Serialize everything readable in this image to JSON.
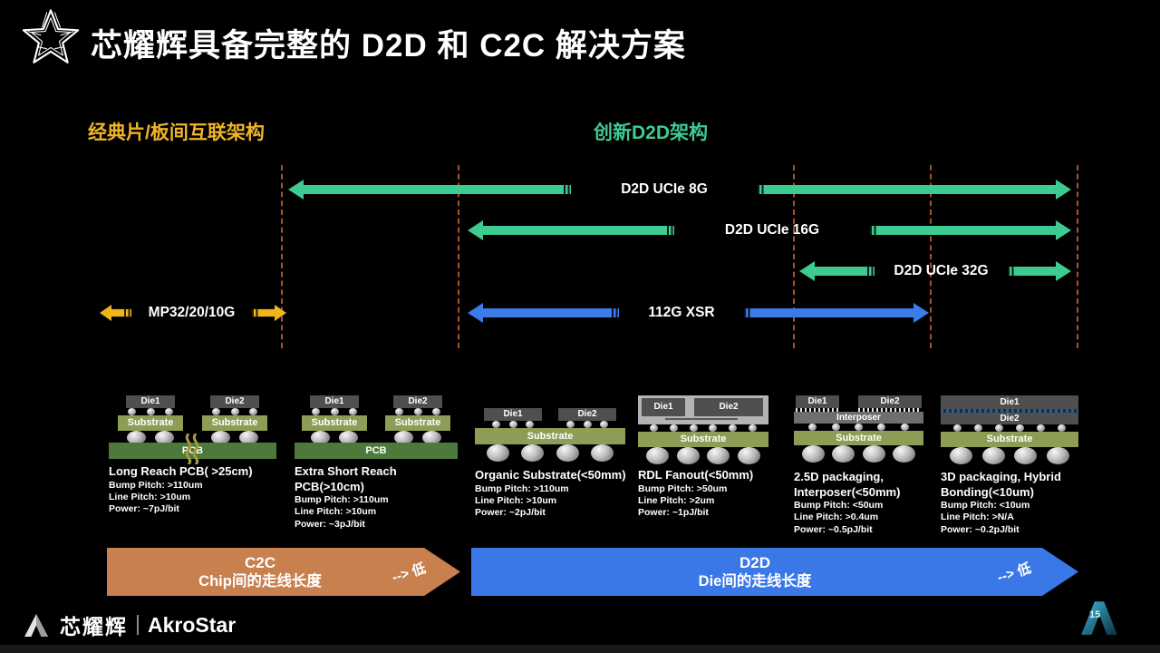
{
  "slide": {
    "title": "芯耀辉具备完整的 D2D 和 C2C 解决方案",
    "page_number": "15",
    "footer": {
      "brand_cn": "芯耀辉",
      "brand_en": "AkroStar"
    }
  },
  "headings": {
    "classic": "经典片/板间互联架构",
    "innovative": "创新D2D架构"
  },
  "timeline": {
    "arrows": [
      {
        "id": "d2d-ucie-8g",
        "label": "D2D UCIe 8G",
        "color": "#3ecb92"
      },
      {
        "id": "d2d-ucie-16g",
        "label": "D2D UCIe 16G",
        "color": "#3ecb92"
      },
      {
        "id": "d2d-ucie-32g",
        "label": "D2D UCIe 32G",
        "color": "#3ecb92"
      },
      {
        "id": "mp",
        "label": "MP32/20/10G",
        "color": "#efb519"
      },
      {
        "id": "112g-xsr",
        "label": "112G XSR",
        "color": "#3a7ceb"
      }
    ]
  },
  "packages": [
    {
      "title": "Long Reach PCB( >25cm)",
      "bump": "Bump Pitch: >110um",
      "line": "Line Pitch: >10um",
      "power": "Power: ~7pJ/bit",
      "die1": "Die1",
      "die2": "Die2",
      "substrate": "Substrate",
      "pcb": "PCB"
    },
    {
      "title": "Extra Short Reach PCB(>10cm)",
      "bump": "Bump Pitch: >110um",
      "line": "Line Pitch: >10um",
      "power": "Power: ~3pJ/bit",
      "die1": "Die1",
      "die2": "Die2",
      "substrate": "Substrate",
      "pcb": "PCB"
    },
    {
      "title": "Organic Substrate(<50mm)",
      "bump": "Bump Pitch: >110um",
      "line": "Line Pitch: >10um",
      "power": "Power: ~2pJ/bit",
      "die1": "Die1",
      "die2": "Die2",
      "substrate": "Substrate"
    },
    {
      "title": "RDL Fanout(<50mm)",
      "bump": "Bump Pitch: >50um",
      "line": "Line Pitch: >2um",
      "power": "Power: ~1pJ/bit",
      "die1": "Die1",
      "die2": "Die2",
      "substrate": "Substrate"
    },
    {
      "title": "2.5D packaging, Interposer(<50mm)",
      "bump": "Bump Pitch: <50um",
      "line": "Line Pitch: >0.4um",
      "power": "Power: ~0.5pJ/bit",
      "die1": "Die1",
      "die2": "Die2",
      "interposer": "Interposer",
      "substrate": "Substrate"
    },
    {
      "title": "3D packaging,  Hybrid Bonding(<10um)",
      "bump": "Bump Pitch: <10um",
      "line": "Line Pitch: >N/A",
      "power": "Power: ~0.2pJ/bit",
      "die1": "Die1",
      "die2": "Die2",
      "substrate": "Substrate"
    }
  ],
  "bottom_bars": [
    {
      "line1": "C2C",
      "line2": "Chip间的走线长度",
      "tag": "--> 低",
      "color": "#c8804f"
    },
    {
      "line1": "D2D",
      "line2": "Die间的走线长度",
      "tag": "--> 低",
      "color": "#3a78e8"
    }
  ],
  "colors": {
    "background": "#000000",
    "accent_green": "#3ecb92",
    "accent_gold": "#f0b429",
    "accent_blue": "#3a78e8",
    "divider_dash": "#a8522c",
    "substrate": "#8e9d55",
    "pcb": "#4d7a3b",
    "die": "#4f4f4f",
    "c2c_orange": "#c8804f"
  }
}
